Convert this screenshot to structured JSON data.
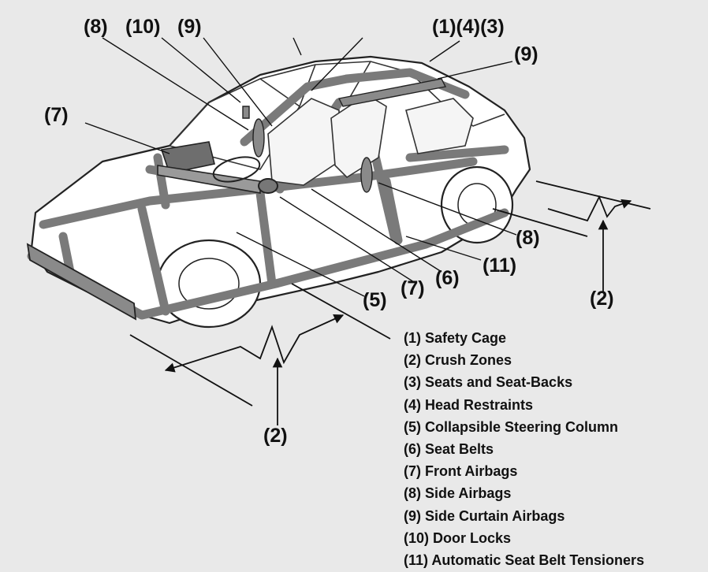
{
  "colors": {
    "background": "#e9e9e9",
    "car_fill": "#ffffff",
    "outline": "#222222",
    "structure": "#7a7a7a",
    "text": "#111111"
  },
  "callouts": {
    "top_8": "(8)",
    "top_10": "(10)",
    "top_9": "(9)",
    "top_1_4_3": "(1)(4)(3)",
    "right_9": "(9)",
    "left_7": "(7)",
    "right_8": "(8)",
    "right_11": "(11)",
    "lower_6": "(6)",
    "lower_7": "(7)",
    "lower_5": "(5)",
    "rear_2": "(2)",
    "front_2": "(2)"
  },
  "legend": [
    "(1) Safety Cage",
    "(2) Crush Zones",
    "(3) Seats and Seat-Backs",
    "(4) Head Restraints",
    "(5) Collapsible Steering Column",
    "(6) Seat Belts",
    "(7) Front Airbags",
    "(8) Side Airbags",
    "(9) Side Curtain Airbags",
    "(10) Door Locks",
    "(11) Automatic Seat Belt Tensioners"
  ]
}
